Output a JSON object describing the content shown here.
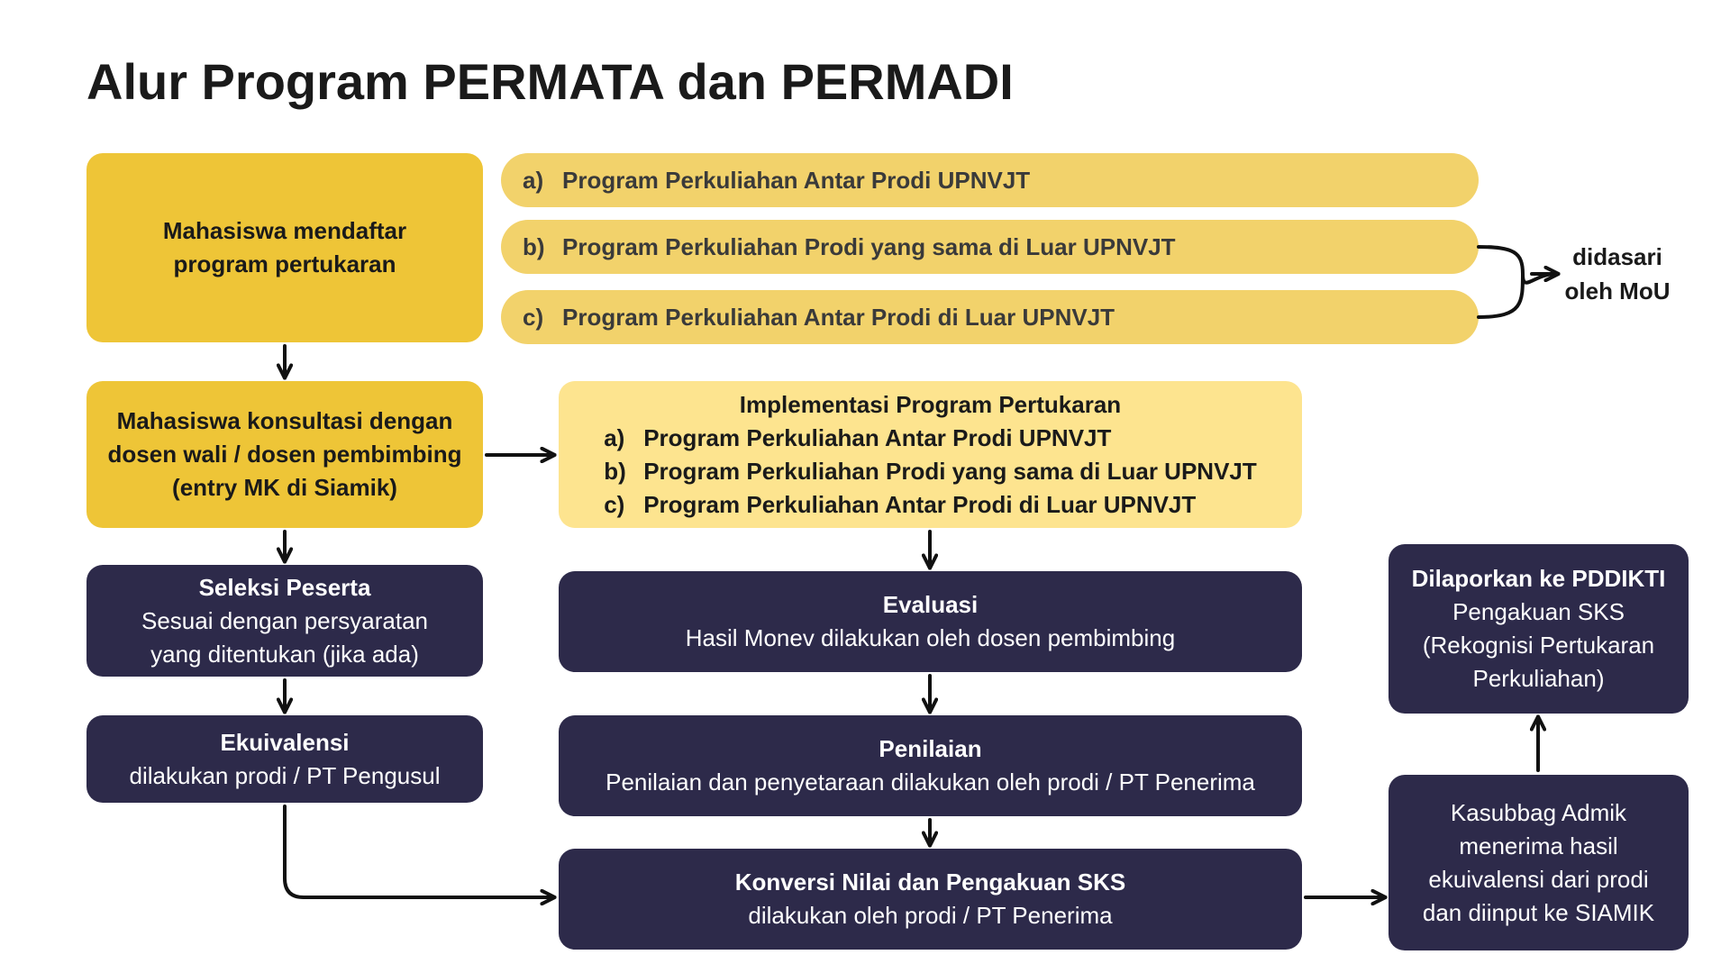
{
  "title": "Alur Program PERMATA dan PERMADI",
  "programs": [
    {
      "marker": "a)",
      "label": "Program Perkuliahan Antar Prodi UPNVJT"
    },
    {
      "marker": "b)",
      "label": "Program Perkuliahan Prodi yang sama di Luar UPNVJT"
    },
    {
      "marker": "c)",
      "label": "Program Perkuliahan Antar Prodi di Luar UPNVJT"
    }
  ],
  "mou_note": [
    "didasari",
    "oleh MoU"
  ],
  "register": [
    "Mahasiswa mendaftar",
    "program pertukaran"
  ],
  "consult": [
    "Mahasiswa konsultasi dengan",
    "dosen wali / dosen pembimbing",
    "(entry MK di Siamik)"
  ],
  "implementation": {
    "title": "Implementasi Program Pertukaran",
    "items": [
      {
        "marker": "a)",
        "label": "Program Perkuliahan Antar Prodi UPNVJT"
      },
      {
        "marker": "b)",
        "label": "Program Perkuliahan Prodi yang sama di Luar UPNVJT"
      },
      {
        "marker": "c)",
        "label": "Program Perkuliahan Antar Prodi di Luar UPNVJT"
      }
    ]
  },
  "selection": {
    "title": "Seleksi Peserta",
    "lines": [
      "Sesuai dengan persyaratan",
      "yang ditentukan (jika ada)"
    ]
  },
  "equivalence": {
    "title": "Ekuivalensi",
    "lines": [
      "dilakukan prodi / PT Pengusul"
    ]
  },
  "evaluation": {
    "title": "Evaluasi",
    "lines": [
      "Hasil Monev dilakukan oleh dosen pembimbing"
    ]
  },
  "assessment": {
    "title": "Penilaian",
    "lines": [
      "Penilaian dan penyetaraan dilakukan oleh prodi / PT Penerima"
    ]
  },
  "conversion": {
    "title": "Konversi Nilai dan Pengakuan SKS",
    "lines": [
      "dilakukan oleh prodi / PT Penerima"
    ]
  },
  "admik": {
    "lines": [
      "Kasubbag Admik",
      "menerima hasil",
      "ekuivalensi dari prodi",
      "dan diinput ke SIAMIK"
    ]
  },
  "report": {
    "title": "Dilaporkan ke PDDIKTI",
    "lines": [
      "Pengakuan SKS",
      "(Rekognisi Pertukaran",
      "Perkuliahan)"
    ]
  },
  "colors": {
    "yellow": "#eec537",
    "pill": "#f2d26b",
    "light_yellow": "#fde48f",
    "navy": "#2d2a4a",
    "arrow": "#111111"
  }
}
